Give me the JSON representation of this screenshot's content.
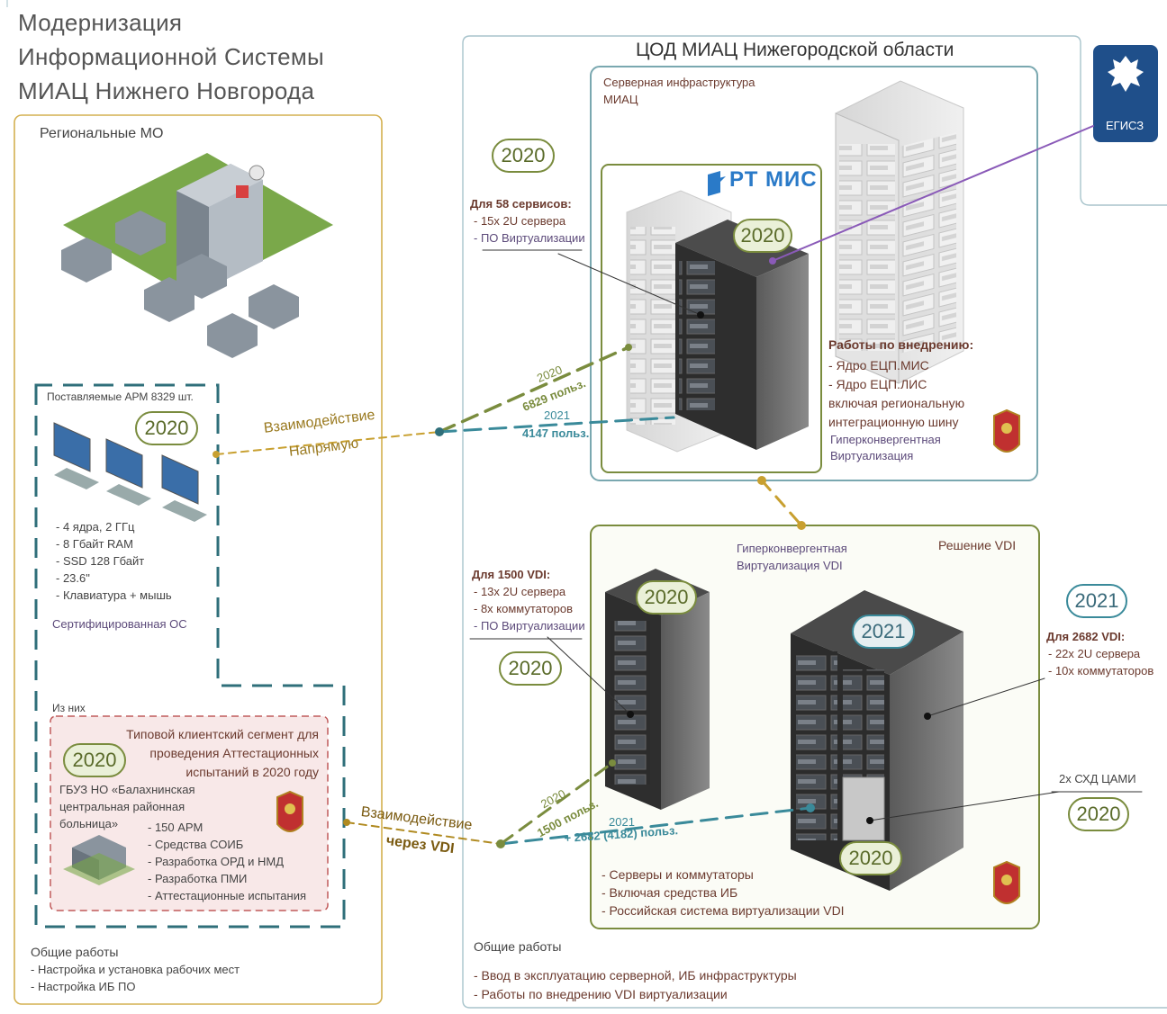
{
  "title": {
    "line1": "Модернизация",
    "line2": "Информационной Системы",
    "line3": "МИАЦ Нижнего Новгорода"
  },
  "left_panel": {
    "header": "Региональные МО",
    "arm": {
      "label": "Поставляемые АРМ 8329 шт.",
      "year": "2020",
      "specs": [
        "- 4 ядра, 2 ГГц",
        "- 8 Гбайт RAM",
        "- SSD 128 Гбайт",
        "- 23.6\"",
        "- Клавиатура + мышь"
      ],
      "os": "Сертифицированная ОС"
    },
    "segment": {
      "of_them": "Из них",
      "title_line1": "Типовой клиентский сегмент для",
      "title_line2": "проведения Аттестационных",
      "title_line3": "испытаний в 2020 году",
      "year": "2020",
      "hospital_line1": "ГБУЗ НО «Балахнинская",
      "hospital_line2": "центральная районная",
      "hospital_line3": "больница»",
      "items": [
        "- 150 АРМ",
        "- Средства СОИБ",
        "- Разработка ОРД и НМД",
        "- Разработка ПМИ",
        "- Аттестационные испытания"
      ]
    },
    "general": {
      "header": "Общие работы",
      "items": [
        "- Настройка и установка рабочих мест",
        "- Настройка ИБ ПО"
      ]
    }
  },
  "connections": {
    "direct_line1": "Взаимодействие",
    "direct_line2": "Напрямую",
    "direct_2020_year": "2020",
    "direct_2020_users": "6829 польз.",
    "direct_2021_year": "2021",
    "direct_2021_users": "4147 польз.",
    "vdi_line1": "Взаимодействие",
    "vdi_line2": "через VDI",
    "vdi_2020_year": "2020",
    "vdi_2020_users": "1500 польз.",
    "vdi_2021_year": "2021",
    "vdi_2021_users": "+ 2682 (4182) польз."
  },
  "right_panel": {
    "header": "ЦОД МИАЦ Нижегородской области",
    "egisz": "ЕГИСЗ",
    "server_infra": {
      "label_line1": "Серверная инфраструктура",
      "label_line2": "МИАЦ",
      "brand": "РТ МИС",
      "year_outer": "2020",
      "year_rack": "2020",
      "services_header": "Для 58 сервисов:",
      "services": [
        "- 15х 2U сервера",
        "- ПО Виртуализации"
      ],
      "works_header": "Работы по внедрению:",
      "works": [
        "- Ядро ЕЦП.МИС",
        "- Ядро ЕЦП.ЛИС",
        "включая региональную",
        "интеграционную шину"
      ],
      "hyper_line1": "Гиперконвергентная",
      "hyper_line2": "Виртуализация"
    },
    "vdi": {
      "hyper_line1": "Гиперконвергентная",
      "hyper_line2": "Виртуализация VDI",
      "solution": "Решение VDI",
      "left_header": "Для 1500 VDI:",
      "left_items": [
        "- 13х 2U сервера",
        "- 8х коммутаторов",
        "- ПО Виртуализации"
      ],
      "left_year": "2020",
      "rack1_year": "2020",
      "rack2_year": "2021",
      "rack2_bottom_year": "2020",
      "right_year": "2021",
      "right_header": "Для 2682 VDI:",
      "right_items": [
        "- 22х 2U сервера",
        "- 10х коммутаторов"
      ],
      "storage_label": "2х СХД ЦАМИ",
      "storage_year": "2020",
      "bottom_items": [
        "- Серверы и коммутаторы",
        "- Включая средства ИБ",
        "- Российская система виртуализации VDI"
      ]
    },
    "general": {
      "header": "Общие работы",
      "items": [
        "- Ввод в эксплуатацию серверной, ИБ инфраструктуры",
        "- Работы по внедрению VDI виртуализации"
      ]
    }
  },
  "colors": {
    "olive": "#7a8c3e",
    "teal": "#3a8a9a",
    "gold": "#c8a030",
    "purple": "#8a5ab8",
    "panel_border": "#9ab8c0"
  }
}
